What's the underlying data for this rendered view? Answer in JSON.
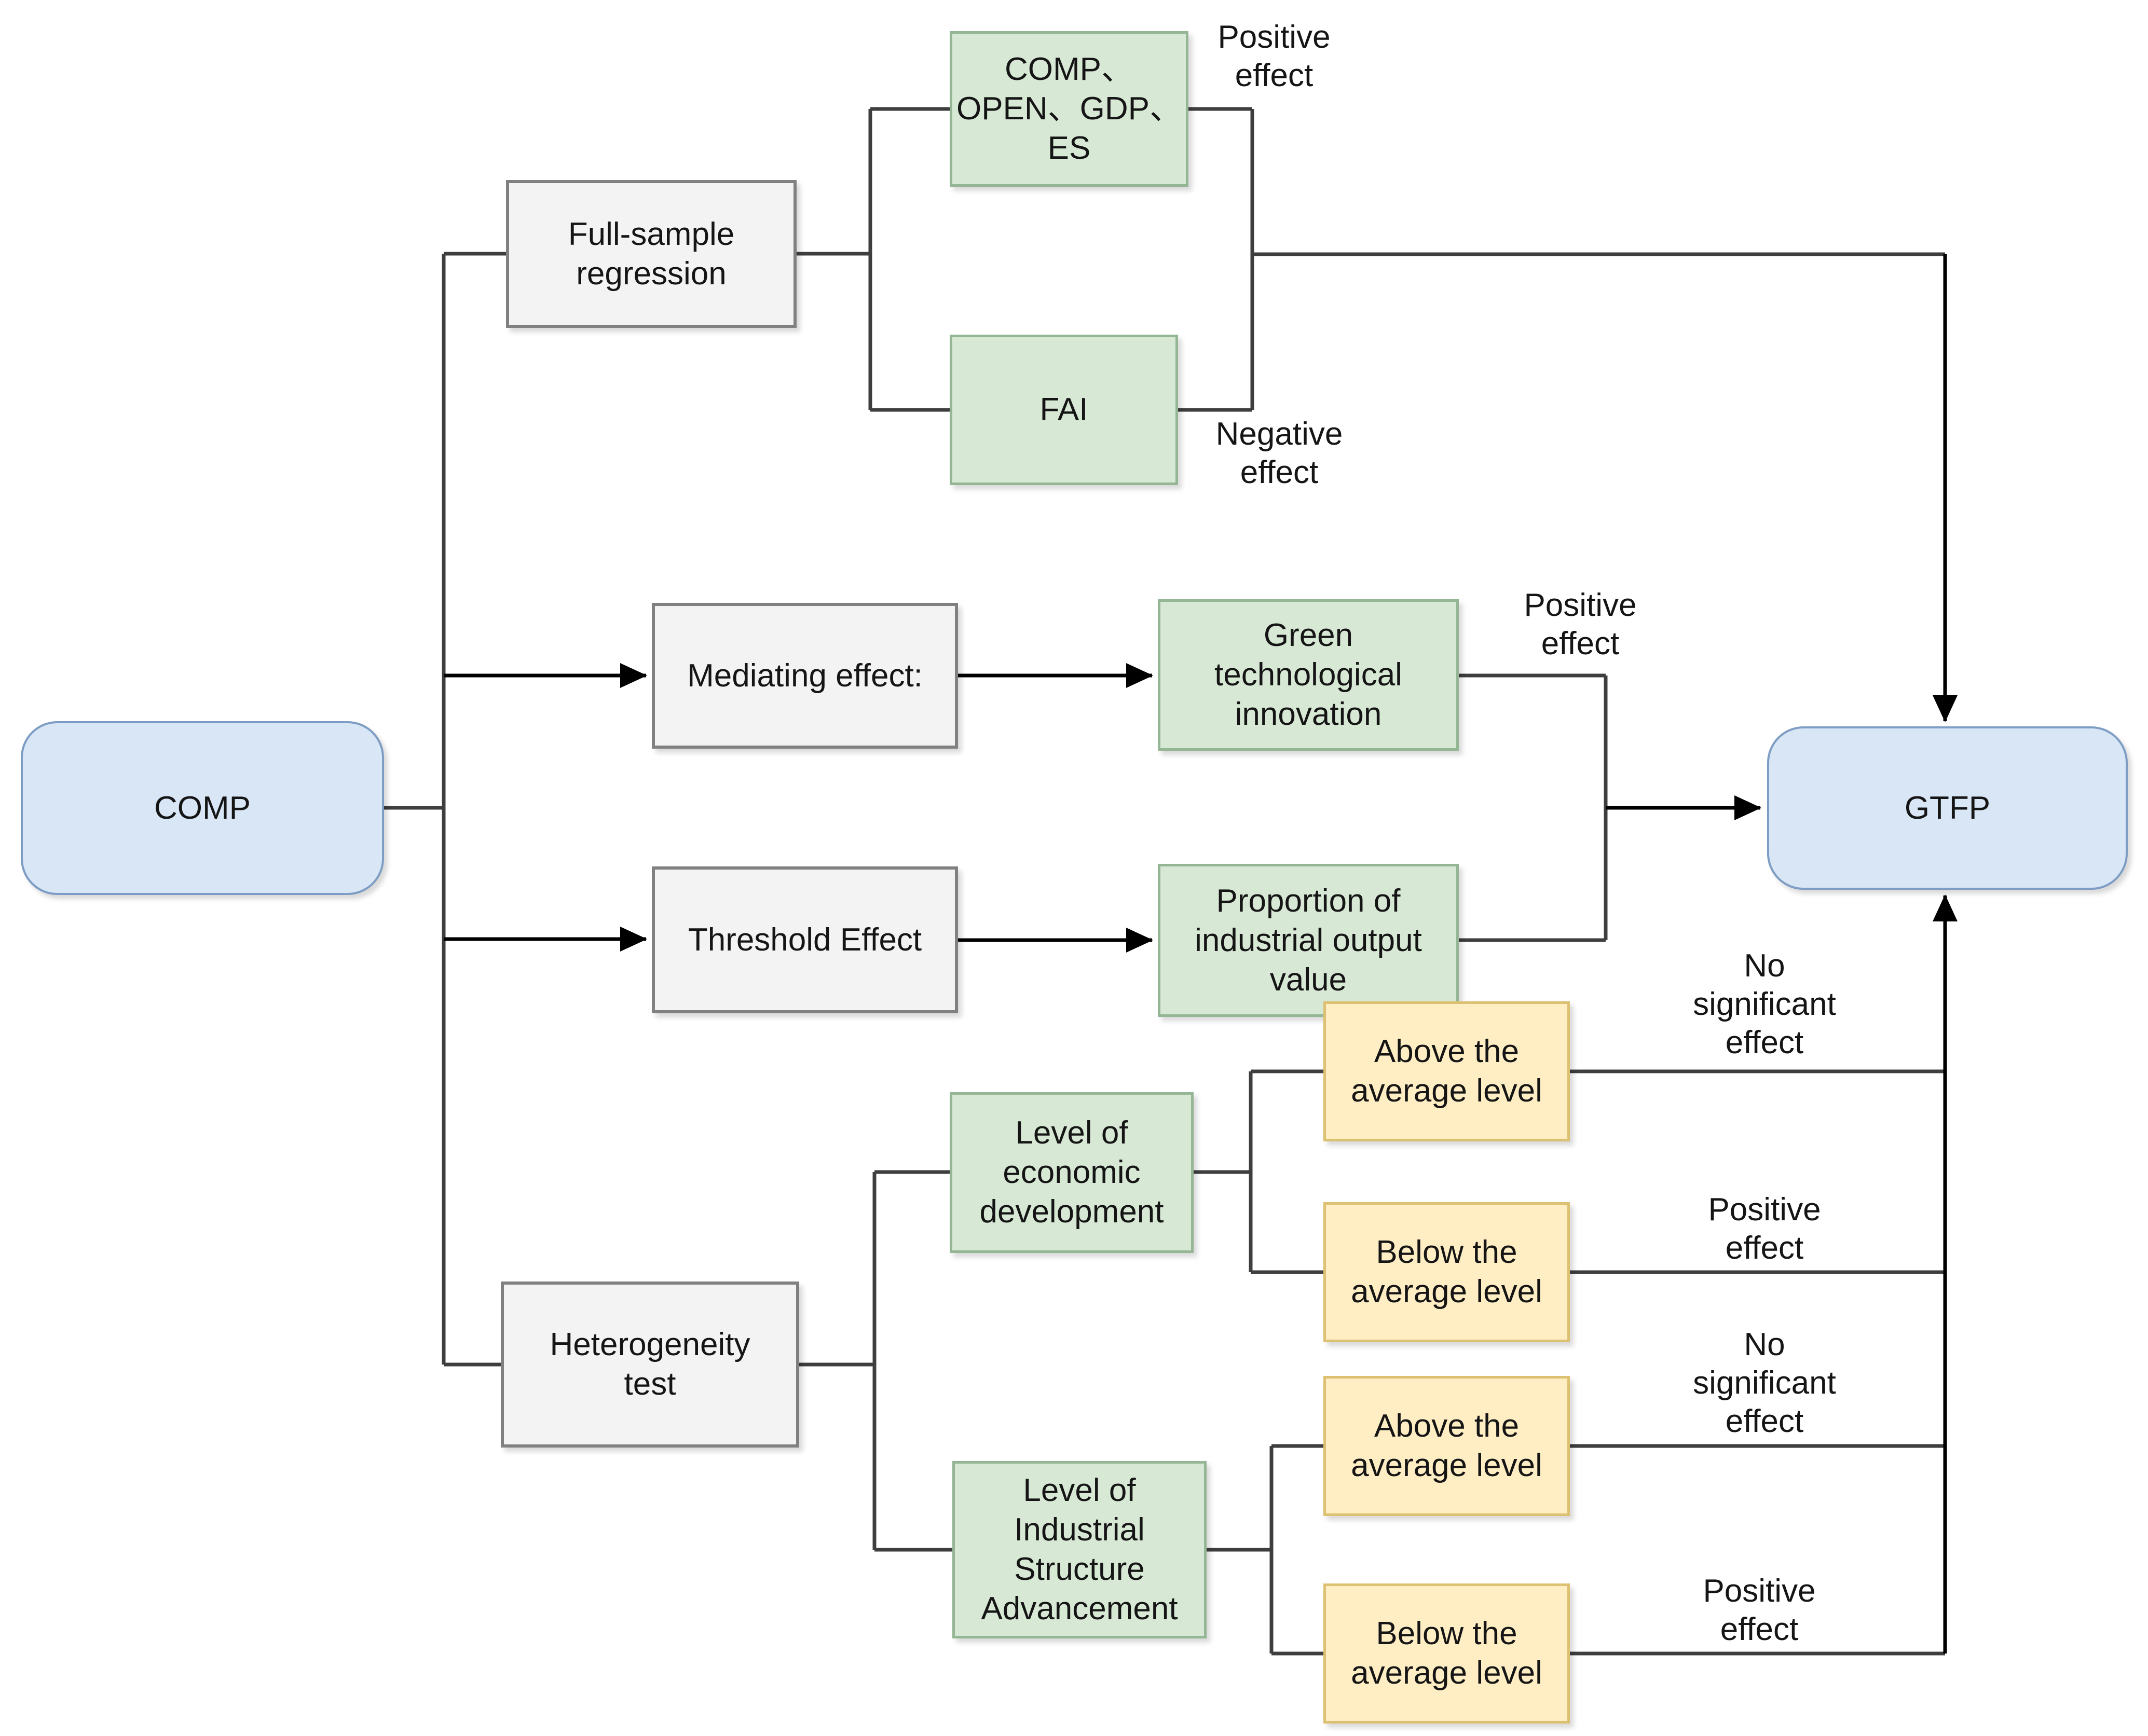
{
  "colors": {
    "blue-fill": "#d8e6f6",
    "blue-border": "#7e9dc4",
    "green-fill": "#d7e9d5",
    "green-border": "#95b694",
    "gray-fill": "#f3f3f3",
    "gray-border": "#808080",
    "yellow-fill": "#ffeec4",
    "yellow-border": "#ddc173",
    "line": "#3e3e3e",
    "arrow": "#000000",
    "text": "#151515",
    "background": "#ffffff"
  },
  "nodes": {
    "comp": {
      "label": "COMP"
    },
    "gtfp": {
      "label": "GTFP"
    },
    "full_sample": {
      "label": "Full-sample\nregression"
    },
    "mediating": {
      "label": "Mediating effect:"
    },
    "threshold": {
      "label": "Threshold Effect"
    },
    "heterogeneity": {
      "label": "Heterogeneity\ntest"
    },
    "covariates": {
      "label": "COMP、\nOPEN、GDP、\nES"
    },
    "fai": {
      "label": "FAI"
    },
    "green_tech": {
      "label": "Green\ntechnological\ninnovation"
    },
    "proportion": {
      "label": "Proportion of\nindustrial output\nvalue"
    },
    "econ_level": {
      "label": "Level of\neconomic\ndevelopment"
    },
    "industrial_level": {
      "label": "Level of\nIndustrial\nStructure\nAdvancement"
    },
    "above_econ": {
      "label": "Above the\naverage level"
    },
    "below_econ": {
      "label": "Below the\naverage level"
    },
    "above_industrial": {
      "label": "Above the\naverage level"
    },
    "below_industrial": {
      "label": "Below the\naverage level"
    }
  },
  "effect_labels": {
    "full_sample_positive": "Positive\neffect",
    "fai_negative": "Negative\neffect",
    "mediating_positive": "Positive\neffect",
    "econ_above_no_significant": "No\nsignificant\neffect",
    "econ_below_positive": "Positive\neffect",
    "industrial_above_no_significant": "No\nsignificant\neffect",
    "industrial_below_positive": "Positive\neffect"
  }
}
